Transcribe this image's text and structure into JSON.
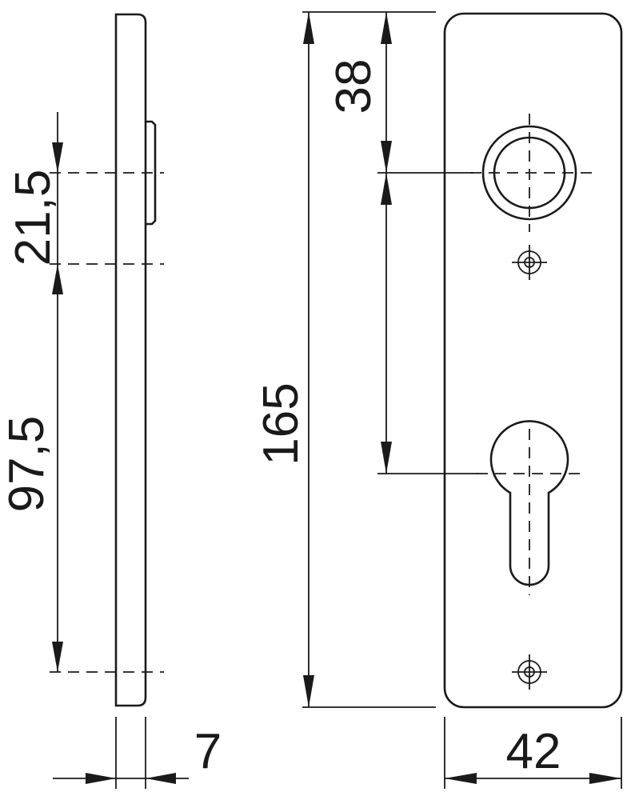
{
  "dimensions": {
    "side_offset": "21,5",
    "side_spacing": "97,5",
    "thickness": "7",
    "total_height": "165",
    "top_to_handle": "38",
    "width": "42"
  }
}
